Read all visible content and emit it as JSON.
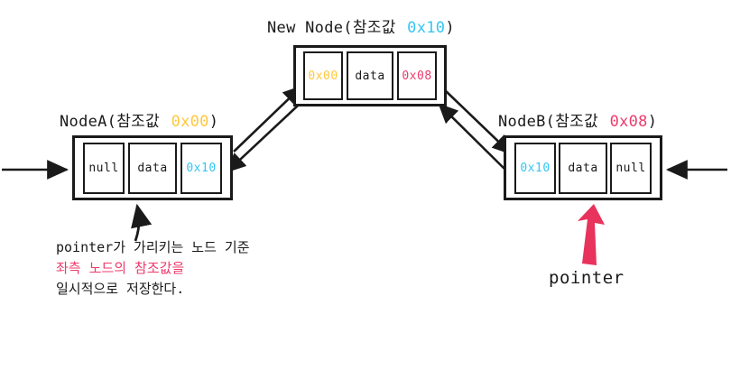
{
  "diagram": {
    "title_newnode": {
      "prefix": "New Node(참조값 ",
      "ref": "0x10",
      "suffix": ")"
    },
    "title_nodea": {
      "prefix": "NodeA(참조값 ",
      "ref": "0x00",
      "suffix": ")"
    },
    "title_nodeb": {
      "prefix": "NodeB(참조값 ",
      "ref": "0x08",
      "suffix": ")"
    },
    "newnode_cells": [
      {
        "text": "0x00",
        "color": "#FFC83D"
      },
      {
        "text": "data",
        "color": "#1a1a1a"
      },
      {
        "text": "0x08",
        "color": "#EE3B6B"
      }
    ],
    "nodea_cells": [
      {
        "text": "null",
        "color": "#1a1a1a"
      },
      {
        "text": "data",
        "color": "#1a1a1a"
      },
      {
        "text": "0x10",
        "color": "#35C6F4"
      }
    ],
    "nodeb_cells": [
      {
        "text": "0x10",
        "color": "#35C6F4"
      },
      {
        "text": "data",
        "color": "#1a1a1a"
      },
      {
        "text": "null",
        "color": "#1a1a1a"
      }
    ],
    "caption": {
      "line1": "pointer가 가리키는 노드 기준",
      "line2": "좌측 노드의 참조값을",
      "line3": "일시적으로 저장한다."
    },
    "pointer_label": "pointer",
    "colors": {
      "stroke": "#1a1a1a",
      "cyan": "#35C6F4",
      "gold": "#FFC83D",
      "pink": "#EE3B6B",
      "pointer_arrow": "#E8335C",
      "background": "#ffffff"
    }
  }
}
